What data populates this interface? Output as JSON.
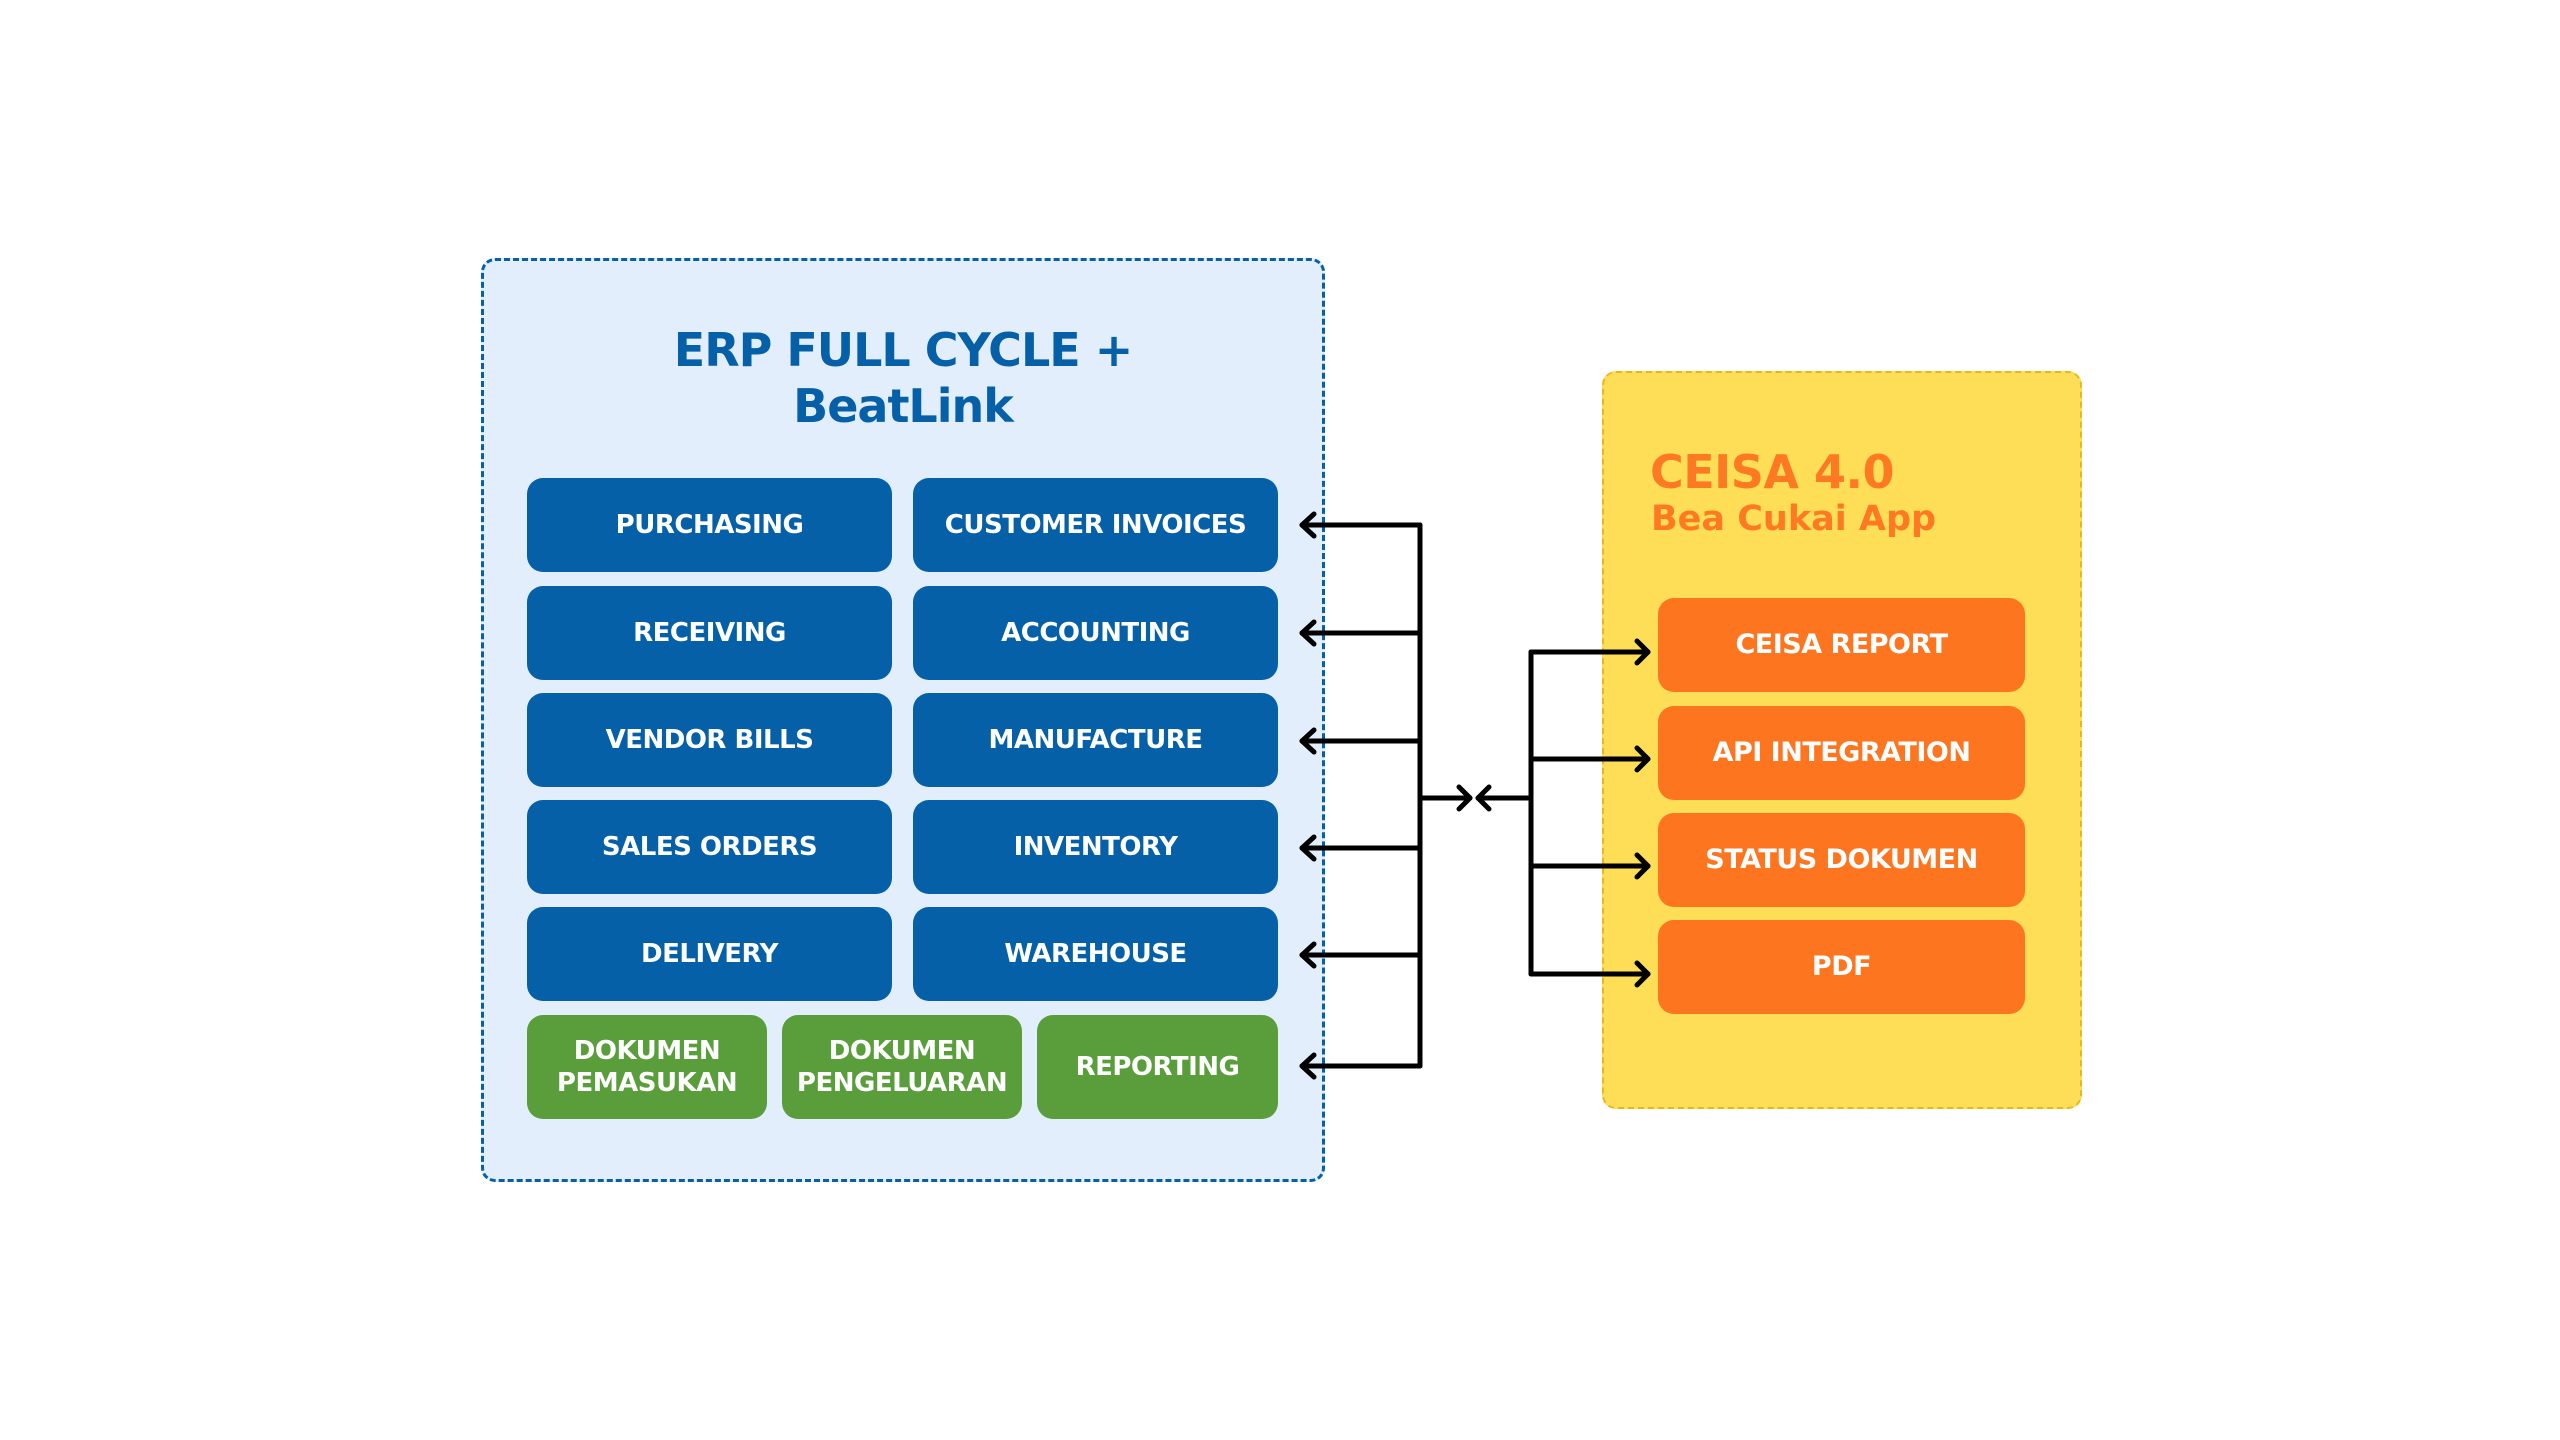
{
  "erp": {
    "title_line1": "ERP FULL CYCLE +",
    "title_line2": "BeatLink",
    "modules": [
      {
        "label": "PURCHASING"
      },
      {
        "label": "CUSTOMER INVOICES"
      },
      {
        "label": "RECEIVING"
      },
      {
        "label": "ACCOUNTING"
      },
      {
        "label": "VENDOR BILLS"
      },
      {
        "label": "MANUFACTURE"
      },
      {
        "label": "SALES ORDERS"
      },
      {
        "label": "INVENTORY"
      },
      {
        "label": "DELIVERY"
      },
      {
        "label": "WAREHOUSE"
      }
    ],
    "customs_modules": [
      {
        "line1": "DOKUMEN",
        "line2": "PEMASUKAN"
      },
      {
        "line1": "DOKUMEN",
        "line2": "PENGELUARAN"
      },
      {
        "line1": "REPORTING",
        "line2": ""
      }
    ]
  },
  "ceisa": {
    "title": "CEISA 4.0",
    "subtitle": "Bea Cukai App",
    "modules": [
      {
        "label": "CEISA REPORT"
      },
      {
        "label": "API INTEGRATION"
      },
      {
        "label": "STATUS DOKUMEN"
      },
      {
        "label": "PDF"
      }
    ]
  },
  "colors": {
    "erp_background": "#e3eefc",
    "erp_accent": "#0560a8",
    "customs_module": "#5a9e3c",
    "ceisa_background": "#fedd57",
    "ceisa_border": "#e8b71f",
    "ceisa_accent": "#fe7520",
    "connector": "#000000"
  },
  "connections": {
    "type": "bidirectional",
    "icons": [
      "arrow-left-icon",
      "arrow-right-icon"
    ]
  }
}
